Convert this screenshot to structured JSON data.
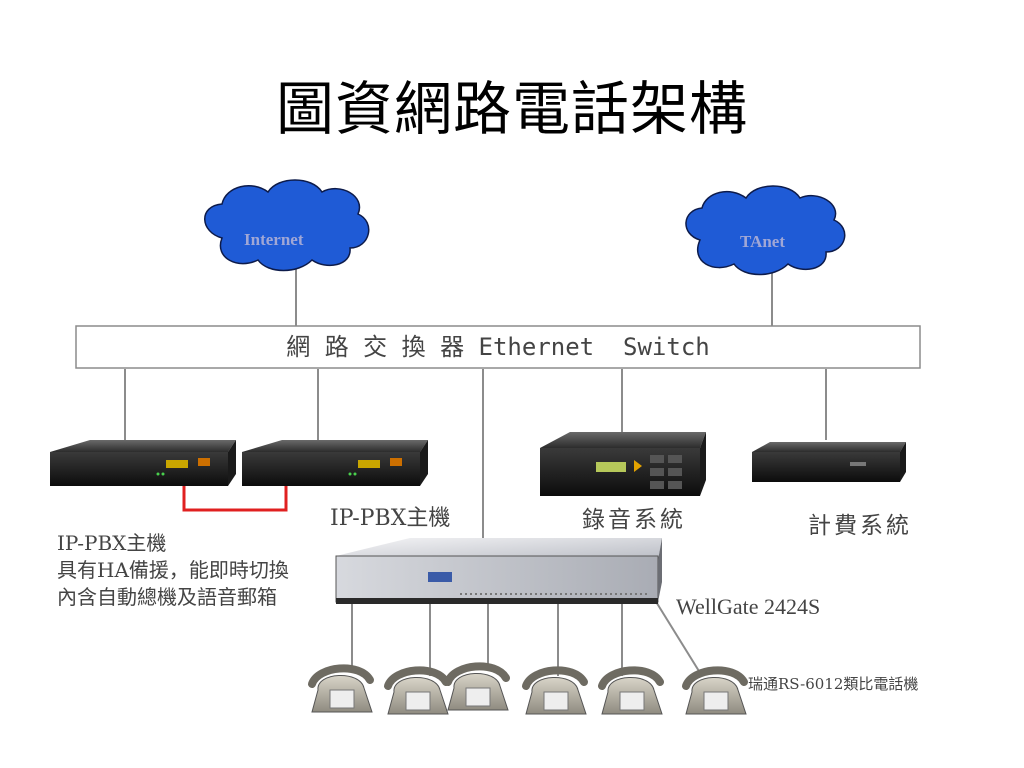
{
  "title": "圖資網路電話架構",
  "clouds": {
    "internet": "Internet",
    "tanet": "TAnet"
  },
  "switch_label": "網 路 交 換 器 Ethernet  Switch",
  "devices": {
    "ippbx_main_label": "IP-PBX主機",
    "ippbx_desc": [
      "IP-PBX主機",
      "具有HA備援，能即時切換",
      "內含自動總機及語音郵箱"
    ],
    "recording_label": "錄音系統",
    "billing_label": "計費系統",
    "wellgate_label": "WellGate 2424S",
    "phones_label": "瑞通RS-6012類比電話機"
  },
  "colors": {
    "cloud_fill": "#1f5bd6",
    "cloud_text": "#a0a7d6",
    "connector_line": "#8c8c8c",
    "ha_link": "#e02020"
  }
}
